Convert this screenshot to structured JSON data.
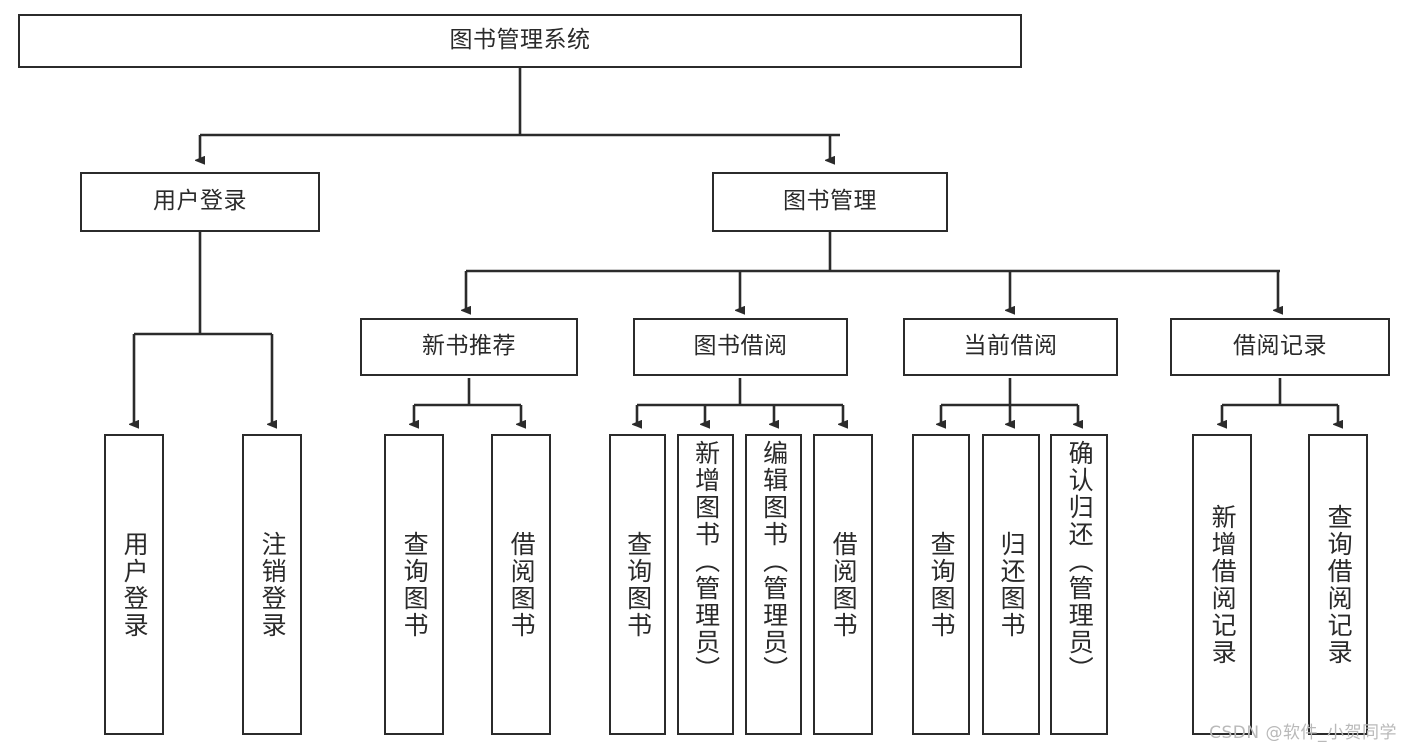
{
  "diagram": {
    "title": "图书管理系统",
    "type": "tree",
    "stroke_color": "#2b2b2b",
    "text_color": "#2a2a2a",
    "background_color": "#ffffff",
    "watermark": "CSDN @软件_小贺同学"
  },
  "nodes": {
    "root": {
      "label": "图书管理系统"
    },
    "level2": [
      {
        "label": "用户登录"
      },
      {
        "label": "图书管理"
      }
    ],
    "level3": [
      {
        "label": "新书推荐"
      },
      {
        "label": "图书借阅"
      },
      {
        "label": "当前借阅"
      },
      {
        "label": "借阅记录"
      }
    ],
    "leaves": {
      "user_login": [
        {
          "label": "用户登录"
        },
        {
          "label": "注销登录"
        }
      ],
      "new_book": [
        {
          "label": "查询图书"
        },
        {
          "label": "借阅图书"
        }
      ],
      "book_borrow": [
        {
          "label": "查询图书"
        },
        {
          "label": "新增图书（管理员）"
        },
        {
          "label": "编辑图书（管理员）"
        },
        {
          "label": "借阅图书"
        }
      ],
      "current_borrow": [
        {
          "label": "查询图书"
        },
        {
          "label": "归还图书"
        },
        {
          "label": "确认归还（管理员）"
        }
      ],
      "borrow_record": [
        {
          "label": "新增借阅记录"
        },
        {
          "label": "查询借阅记录"
        }
      ]
    }
  }
}
